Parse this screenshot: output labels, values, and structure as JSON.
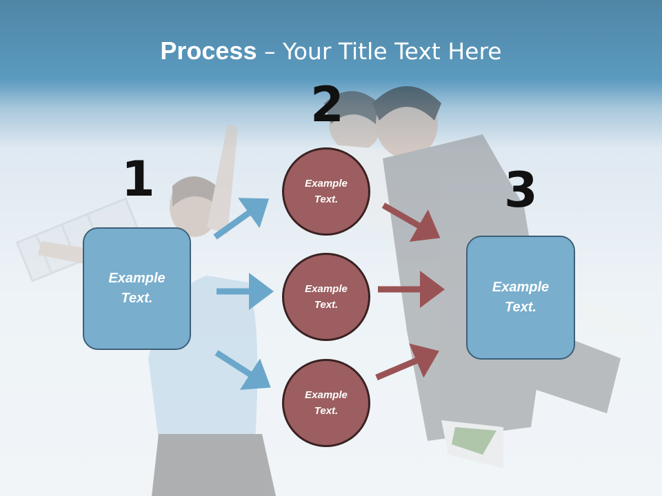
{
  "title": {
    "bold": "Process",
    "rest": " – Your Title Text Here"
  },
  "steps": [
    {
      "number": "1"
    },
    {
      "number": "2"
    },
    {
      "number": "3"
    }
  ],
  "left_box": {
    "text": "Example Text."
  },
  "right_box": {
    "text": "Example Text."
  },
  "circles": [
    {
      "text": "Example Text."
    },
    {
      "text": "Example Text."
    },
    {
      "text": "Example Text."
    }
  ],
  "colors": {
    "header": "#5b9abf",
    "box_fill": "#79aecd",
    "circle_fill": "#9c5e60",
    "arrow_blue": "#6aa7cb",
    "arrow_red": "#9a5355"
  }
}
